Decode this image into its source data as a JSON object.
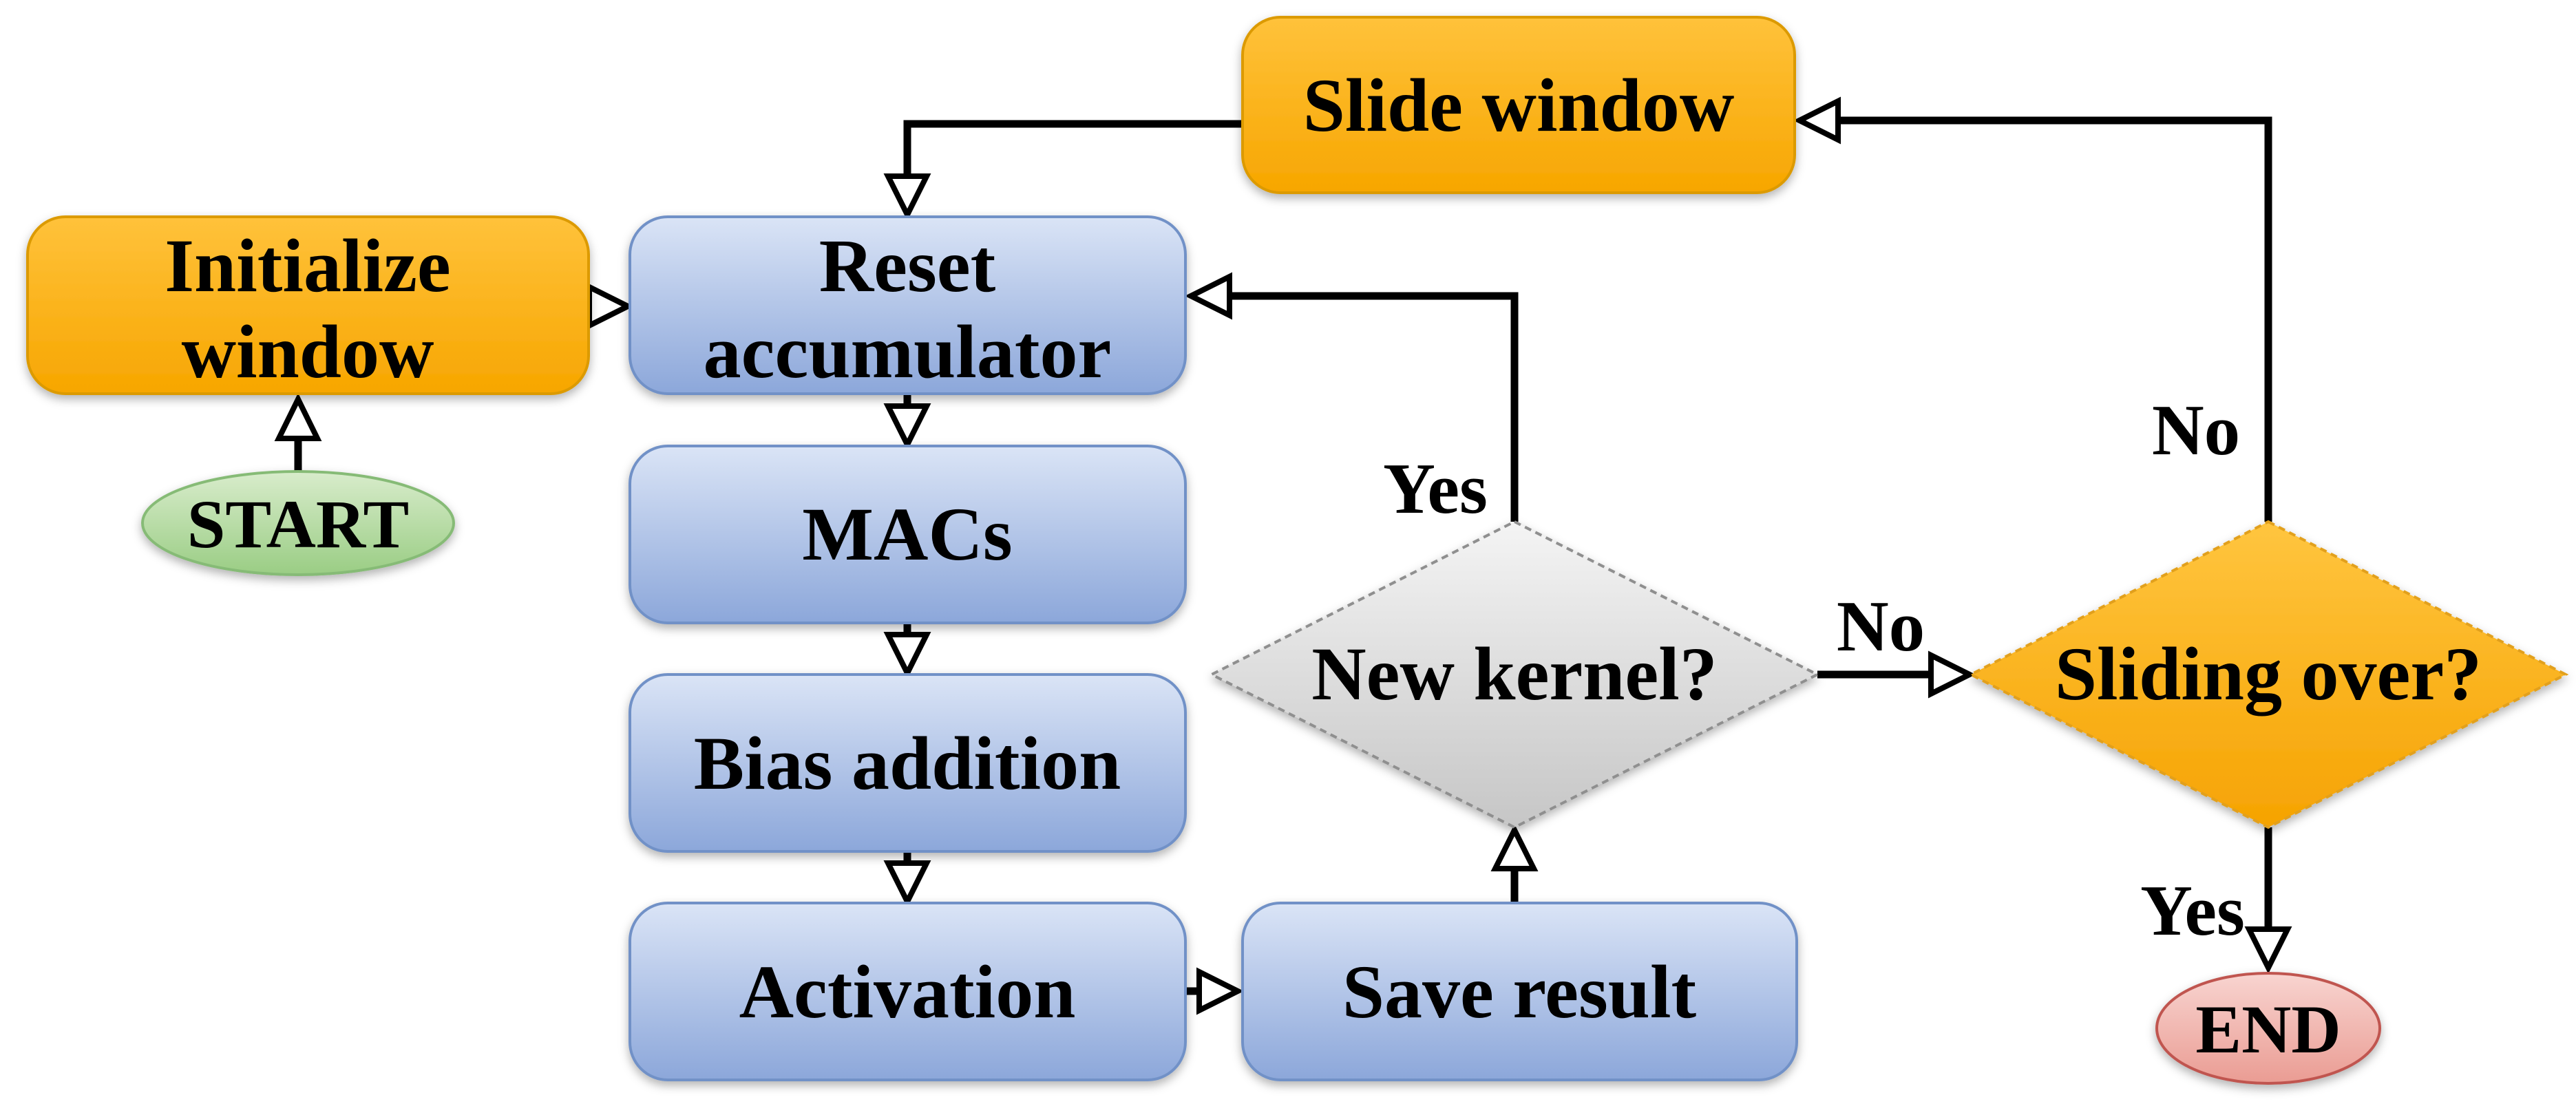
{
  "diagram": {
    "type": "flowchart",
    "background": "#FFFFFF",
    "nodes": {
      "start": {
        "shape": "ellipse",
        "lines": [
          "START"
        ]
      },
      "initialize_window": {
        "shape": "rounded-rect",
        "lines": [
          "Initialize",
          "window"
        ]
      },
      "slide_window": {
        "shape": "rounded-rect",
        "lines": [
          "Slide window"
        ]
      },
      "reset_accumulator": {
        "shape": "rounded-rect",
        "lines": [
          "Reset",
          "accumulator"
        ]
      },
      "macs": {
        "shape": "rounded-rect",
        "lines": [
          "MACs"
        ]
      },
      "bias_addition": {
        "shape": "rounded-rect",
        "lines": [
          "Bias addition"
        ]
      },
      "activation": {
        "shape": "rounded-rect",
        "lines": [
          "Activation"
        ]
      },
      "save_result": {
        "shape": "rounded-rect",
        "lines": [
          "Save result"
        ]
      },
      "new_kernel": {
        "shape": "diamond",
        "lines": [
          "New kernel?"
        ]
      },
      "sliding_over": {
        "shape": "diamond",
        "lines": [
          "Sliding over?"
        ]
      },
      "end": {
        "shape": "ellipse",
        "lines": [
          "END"
        ]
      }
    },
    "edges": [
      {
        "from": "start",
        "to": "initialize_window",
        "label": ""
      },
      {
        "from": "initialize_window",
        "to": "reset_accumulator",
        "label": ""
      },
      {
        "from": "slide_window",
        "to": "reset_accumulator",
        "label": ""
      },
      {
        "from": "reset_accumulator",
        "to": "macs",
        "label": ""
      },
      {
        "from": "macs",
        "to": "bias_addition",
        "label": ""
      },
      {
        "from": "bias_addition",
        "to": "activation",
        "label": ""
      },
      {
        "from": "activation",
        "to": "save_result",
        "label": ""
      },
      {
        "from": "save_result",
        "to": "new_kernel",
        "label": ""
      },
      {
        "from": "new_kernel",
        "to": "reset_accumulator",
        "label": "Yes"
      },
      {
        "from": "new_kernel",
        "to": "sliding_over",
        "label": "No"
      },
      {
        "from": "sliding_over",
        "to": "slide_window",
        "label": "No"
      },
      {
        "from": "sliding_over",
        "to": "end",
        "label": "Yes"
      }
    ],
    "colors": {
      "process_fill_top": "#DAE4F6",
      "process_fill_bottom": "#8CA7DA",
      "process_border": "#7191C7",
      "stage_fill_top": "#FFC23B",
      "stage_fill_bottom": "#F7A600",
      "stage_border": "#DC9A05",
      "start_fill_top": "#D8ECCB",
      "start_fill_bottom": "#9ACD84",
      "start_border": "#86BB76",
      "end_fill_top": "#F8D4D0",
      "end_fill_bottom": "#EA9C93",
      "end_border": "#C0554F",
      "decision_gray_top": "#F4F4F4",
      "decision_gray_bottom": "#C6C6C6",
      "decision_gray_border": "#8F8F8F",
      "decision_orange_top": "#FFC53F",
      "decision_orange_bottom": "#F6A302",
      "decision_orange_border": "#E2A01C",
      "connector": "#000000",
      "label_text": "#000000"
    }
  }
}
